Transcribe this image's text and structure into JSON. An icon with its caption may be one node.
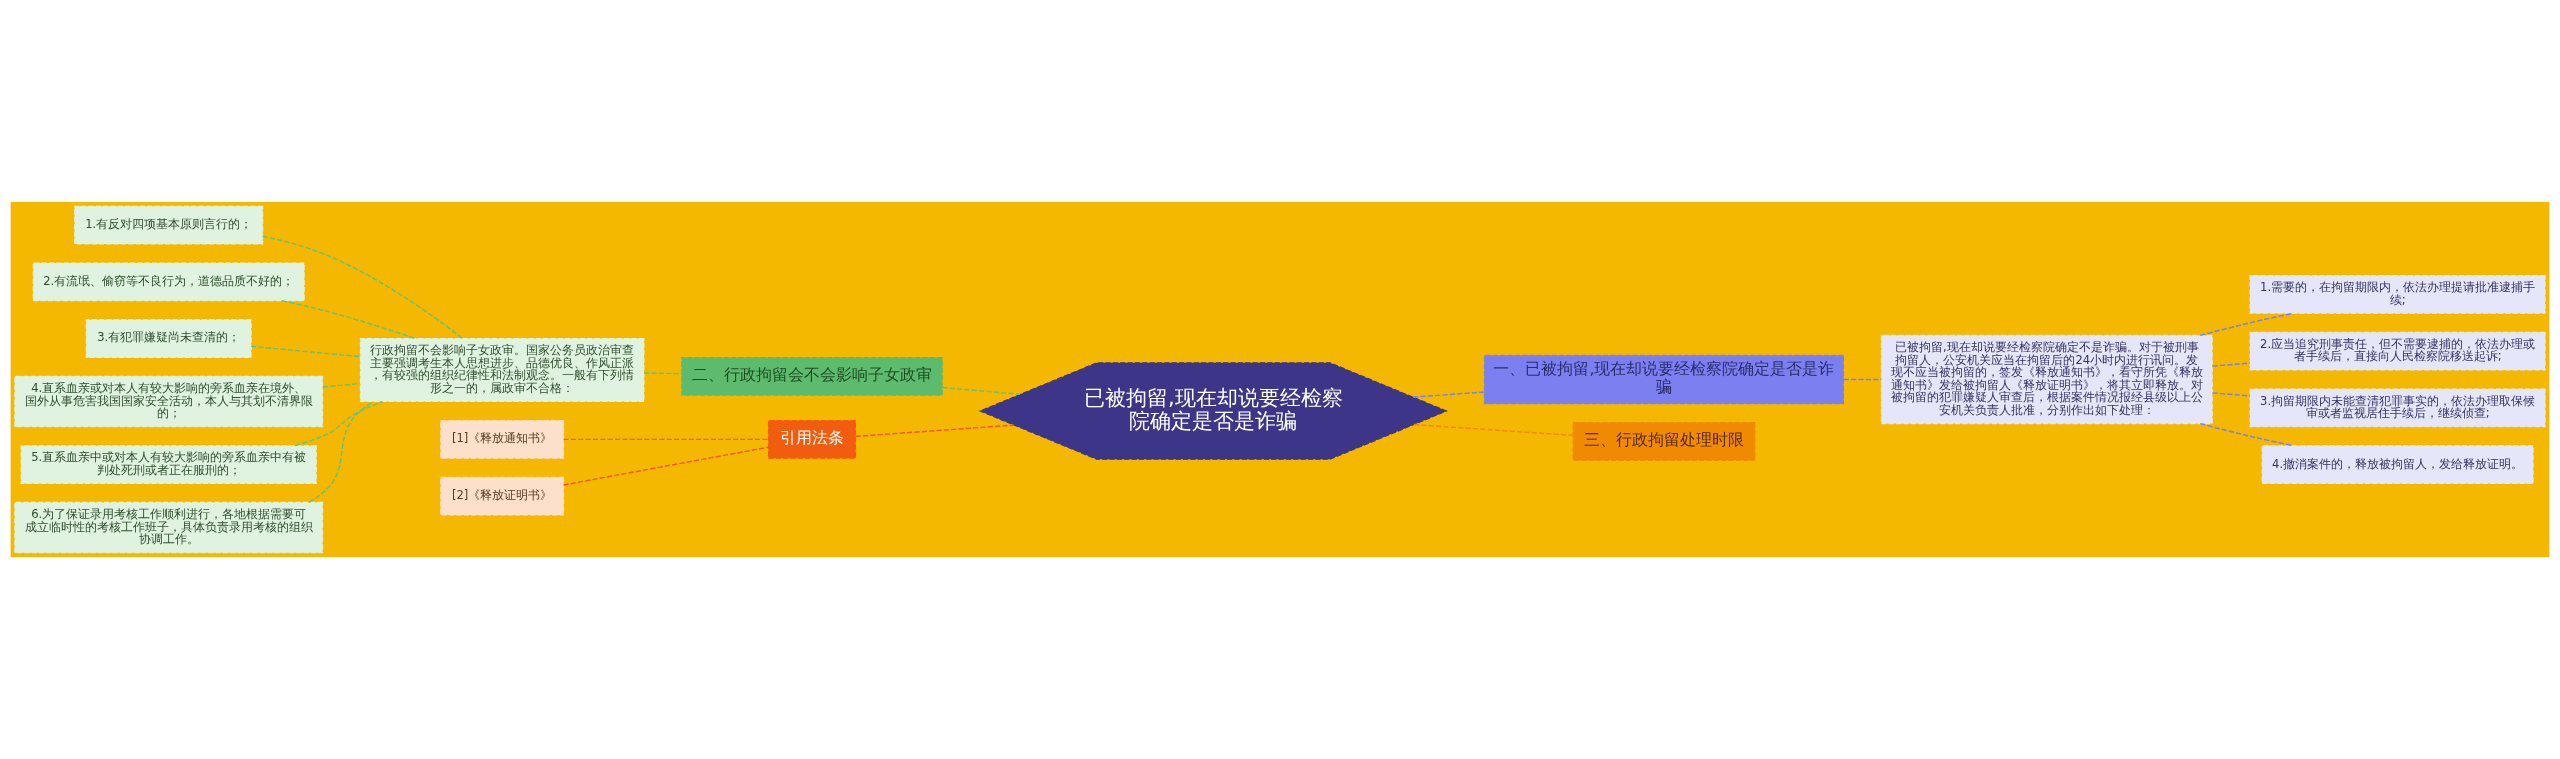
{
  "diagram": {
    "nodes": [
      {
        "text": [
          "已被拘留,现在却说要经检察院确定是否是诈骗"
        ]
      },
      {
        "text": [
          "一、已被拘留,现在却说要经检察院确定是否是诈骗"
        ]
      },
      {
        "text": [
          "已被拘留,现在却说要经检察院确定不是诈骗。对于被刑事拘留人，公安机关应当在拘留后的24小时内进行讯问。发现不应当被拘留的，签发《释放通知书》，看守所凭《释放通知书》发给被拘留人《释放证明书》，将其立即释放。对被拘留的犯罪嫌疑人审查后，根据案件情况报经县级以上公安机关负责人批准，分别作出如下处理："
        ]
      },
      {
        "text": [
          "1.需要的，在拘留期限内，依法办理提请批准逮捕手续;"
        ]
      },
      {
        "text": [
          "2.应当追究刑事责任，但不需要逮捕的，依法办理或者手续后，直接向人民检察院移送起诉;"
        ]
      },
      {
        "text": [
          "3.拘留期限内未能查清犯罪事实的，依法办理取保候审或者监视居住手续后，继续侦查;"
        ]
      },
      {
        "text": [
          "4.撤消案件的，释放被拘留人，发给释放证明。"
        ]
      },
      {
        "text": [
          "三、行政拘留处理时限"
        ]
      },
      {
        "text": [
          "二、行政拘留会不会影响子女政审"
        ]
      },
      {
        "text": [
          "行政拘留不会影响子女政审。国家公务员政治审查主要强调考生本人思想进步、品德优良、作风正派，有较强的组织纪律性和法制观念。一般有下列情形之一的，属政审不合格："
        ]
      },
      {
        "text": [
          "1.有反对四项基本原则言行的；"
        ]
      },
      {
        "text": [
          "2.有流氓、偷窃等不良行为，道德品质不好的；"
        ]
      },
      {
        "text": [
          "3.有犯罪嫌疑尚未查清的；"
        ]
      },
      {
        "text": [
          "4.直系血亲或对本人有较大影响的旁系血亲在境外、国外从事危害我国国家安全活动，本人与其划不清界限的；"
        ]
      },
      {
        "text": [
          "5.直系血亲中或对本人有较大影响的旁系血亲中有被判处死刑或者正在服刑的；"
        ]
      },
      {
        "text": [
          "6.为了保证录用考核工作顺利进行，各地根据需要可成立临时性的考核工作班子，具体负责录用考核的组织协调工作。"
        ]
      },
      {
        "text": [
          "引用法条"
        ]
      },
      {
        "text": [
          "[1]《释放通知书》"
        ]
      },
      {
        "text": [
          "[2]《释放证明书》"
        ]
      }
    ],
    "edges": [
      {
        "from": 0,
        "to": 1,
        "arrow": "none",
        "style": "dashed",
        "color": "#7b7ff0"
      },
      {
        "from": 1,
        "to": 2,
        "arrow": "none",
        "style": "dashed",
        "color": "#7b7ff0"
      },
      {
        "from": 2,
        "to": 3,
        "arrow": "none",
        "style": "dashed",
        "color": "#7b7ff0"
      },
      {
        "from": 2,
        "to": 4,
        "arrow": "none",
        "style": "dashed",
        "color": "#7b7ff0"
      },
      {
        "from": 2,
        "to": 5,
        "arrow": "none",
        "style": "dashed",
        "color": "#7b7ff0"
      },
      {
        "from": 2,
        "to": 6,
        "arrow": "none",
        "style": "dashed",
        "color": "#7b7ff0"
      },
      {
        "from": 0,
        "to": 7,
        "arrow": "none",
        "style": "dashed",
        "color": "#f08a00"
      },
      {
        "from": 8,
        "to": 0,
        "arrow": "none",
        "style": "dashed"
      },
      {
        "from": 9,
        "to": 8,
        "arrow": "none",
        "style": "dashed"
      },
      {
        "from": 10,
        "to": 9,
        "arrow": "none",
        "style": "dashed"
      },
      {
        "from": 11,
        "to": 9,
        "arrow": "none",
        "style": "dashed"
      },
      {
        "from": 12,
        "to": 9,
        "arrow": "none",
        "style": "dashed"
      },
      {
        "from": 13,
        "to": 9,
        "arrow": "none",
        "style": "dashed"
      },
      {
        "from": 14,
        "to": 9,
        "arrow": "none",
        "style": "dashed"
      },
      {
        "from": 15,
        "to": 9,
        "arrow": "none",
        "style": "dashed"
      },
      {
        "from": 16,
        "to": 0,
        "arrow": "none",
        "style": "dashed",
        "color": "#f05a1a"
      },
      {
        "from": 17,
        "to": 16,
        "arrow": "none",
        "style": "dashed",
        "color": "#f05a1a"
      },
      {
        "from": 18,
        "to": 16,
        "arrow": "none",
        "style": "dashed",
        "color": "#f05a1a"
      }
    ]
  }
}
